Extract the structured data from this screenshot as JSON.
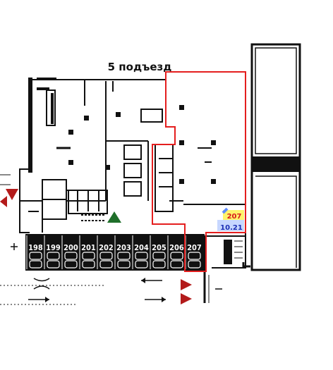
{
  "plan": {
    "entrance_label": "5 подъезд",
    "parking_spaces": [
      "198",
      "199",
      "200",
      "201",
      "202",
      "203",
      "204",
      "205",
      "206",
      "207"
    ],
    "unit": {
      "number": "207",
      "area": "10.21"
    },
    "colors": {
      "walls": "#111111",
      "highlight": "#e41e1e",
      "unit_number": "#d81b1b",
      "unit_area": "#1d2fb5",
      "unit_fill": "#fff36b",
      "unit_fill_blue": "#5f8bff",
      "arrow_red": "#b31b1b",
      "arrow_green": "#1f6f2a",
      "parking_bg": "#111111"
    }
  }
}
